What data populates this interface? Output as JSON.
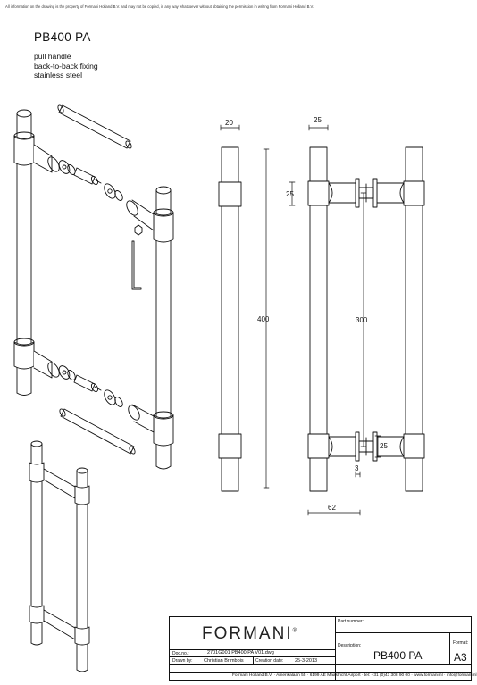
{
  "notice": "All information on the drawing is the property of Formani Holland B.V. and may not be copied, in any way whatsoever without obtaining the permission in writing from Formani Holland B.V.",
  "product": {
    "title": "PB400 PA",
    "lines": [
      "pull handle",
      "back-to-back fixing",
      "stainless steel"
    ]
  },
  "dimensions": {
    "bar_diameter": "20",
    "standoff_diameter": "25",
    "collar_height": "25",
    "length": "400",
    "centers": "300",
    "bracket_height": "25",
    "gap": "3",
    "projection": "62"
  },
  "title_block": {
    "logo": "FORMANI",
    "registered": "®",
    "part_number_label": "Part number:",
    "part_number_value": "",
    "description_label": "Description:",
    "description_value": "PB400 PA",
    "format_label": "Format:",
    "format_value": "A3",
    "doc_label": "Doc.no.:",
    "doc_value": "2701G001 PB400 PA V01.dwg",
    "drawn_label": "Drawn by:",
    "drawn_value": "Christian Brimbois",
    "created_label": "Creation date:",
    "created_value": "25-3-2013",
    "footer": "Formani Holland B.V. · Amerikalaan 55 · 6199 AE Maastricht Airport · tel: +31 (0)43 308 90 00 · www.formani.nl · info@formani.nl"
  }
}
